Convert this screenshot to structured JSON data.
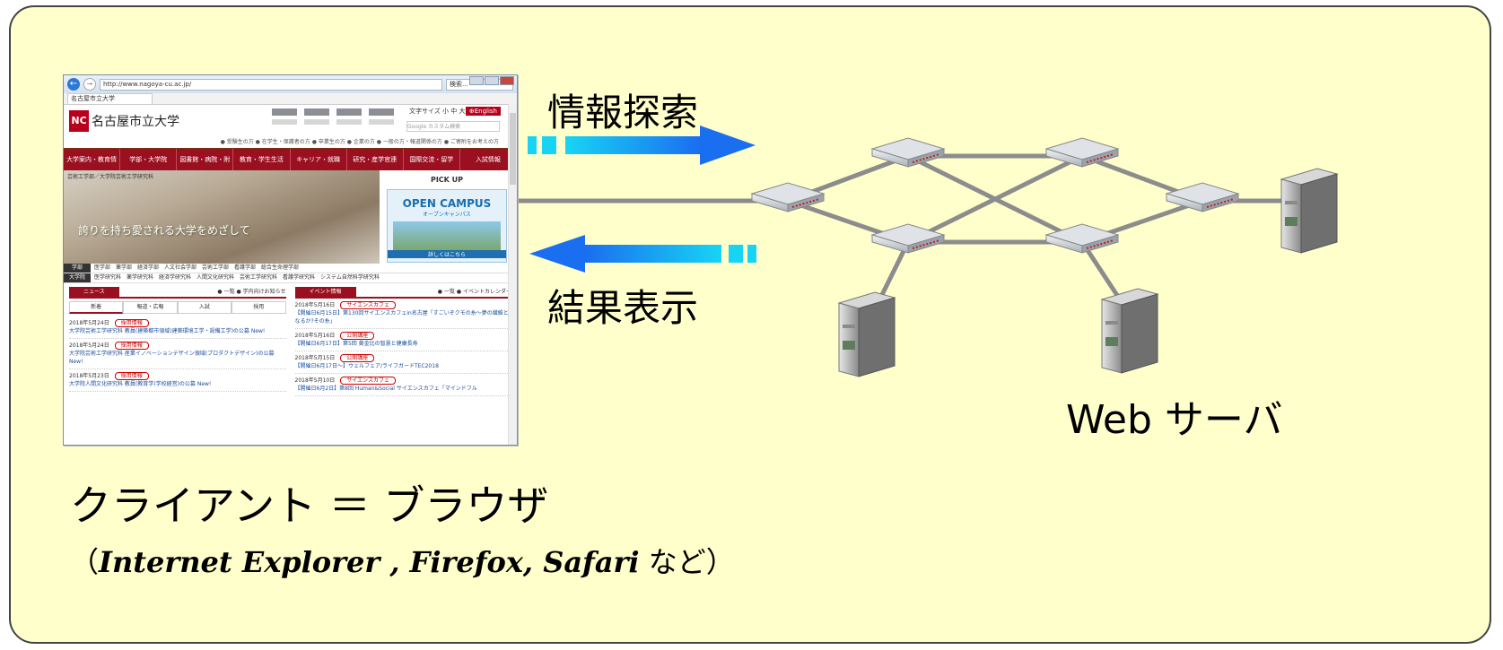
{
  "labels": {
    "search": "情報探索",
    "result": "結果表示",
    "web_server": "Web サーバ",
    "client": "クライアント ＝ ブラウザ",
    "browsers_italic": "Internet Explorer , Firefox,  Safari",
    "browsers_open": "（",
    "browsers_tail": "など）"
  },
  "colors": {
    "panel_bg": "#ffffcc",
    "arrow_blue": "#1a6ef0",
    "arrow_cyan": "#18d4f4",
    "link_gray": "#8c8c8c"
  },
  "browser": {
    "url": "http://www.nagoya-cu.ac.jp/",
    "search_placeholder": "検索...",
    "tab_title": "名古屋市立大学",
    "site_name": "名古屋市立大学",
    "logo_mark": "NC",
    "text_size": "文字サイズ 小 中 大",
    "english": "⊕English",
    "site_search": "Google カスタム検索",
    "subnav": "● 受験生の方 ● 在学生・保護者の方 ● 卒業生の方 ● 企業の方 ● 一般の方・報道関係の方 ● ご寄附をお考えの方",
    "nav": [
      "大学案内・教育情報の公表",
      "学部・大学院",
      "図書館・病院・附属施設",
      "教育・学生生活",
      "キャリア・就職",
      "研究・産学官連携・社会貢献",
      "国際交流・留学",
      "入試情報"
    ],
    "hero_crumb": "芸術工学部／大学院芸術工学研究科",
    "hero_copy": "誇りを持ち愛される大学をめざして",
    "pickup": "PICK UP",
    "open_campus": "OPEN CAMPUS",
    "open_campus_kana": "オープンキャンパス",
    "open_campus_btn": "詳しくはこちら",
    "faculty_tag": "学部",
    "faculty_row": "医学部　薬学部　経済学部　人文社会学部　芸術工学部　看護学部　総合生命理学部",
    "grad_tag": "大学院",
    "grad_row": "医学研究科　薬学研究科　経済学研究科　人間文化研究科　芸術工学研究科　看護学研究科　システム自然科学研究科",
    "news_title": "ニュース",
    "news_more": "● 一覧 ● 学内向けお知らせ",
    "news_tabs": [
      "新着",
      "報道・広報",
      "入試",
      "採用"
    ],
    "news": [
      {
        "date": "2018年5月24日",
        "tag": "採用情報",
        "text": "大学院芸術工学研究科 教員(建築都市領域)建築環境工学・設備工学)の公募 New!"
      },
      {
        "date": "2018年5月24日",
        "tag": "採用情報",
        "text": "大学院芸術工学研究科 産業イノベーションデザイン領域(プロダクトデザイン)の公募 New!"
      },
      {
        "date": "2018年5月23日",
        "tag": "採用情報",
        "text": "大学院人間文化研究科 教員(教育学(学校経営)の公募 New!"
      }
    ],
    "event_title": "イベント情報",
    "event_more": "● 一覧 ● イベントカレンダー",
    "events": [
      {
        "date": "2018年5月16日",
        "tag": "サイエンスカフェ",
        "text": "【開催日6月15日】第130回サイエンスカフェin名古屋「すごいぞクモの糸～夢の繊維となるか?その糸」"
      },
      {
        "date": "2018年5月16日",
        "tag": "公開講座",
        "text": "【開催日6月17日】第5回 黄金比の智慧と健康長寿"
      },
      {
        "date": "2018年5月15日",
        "tag": "公開講座",
        "text": "【開催日6月17日～】ウェルフェア/ライフガードTEC2018"
      },
      {
        "date": "2018年5月10日",
        "tag": "サイエンスカフェ",
        "text": "【開催日6月2日】第8回 Human&Social サイエンスカフェ「マインドフル"
      }
    ]
  }
}
